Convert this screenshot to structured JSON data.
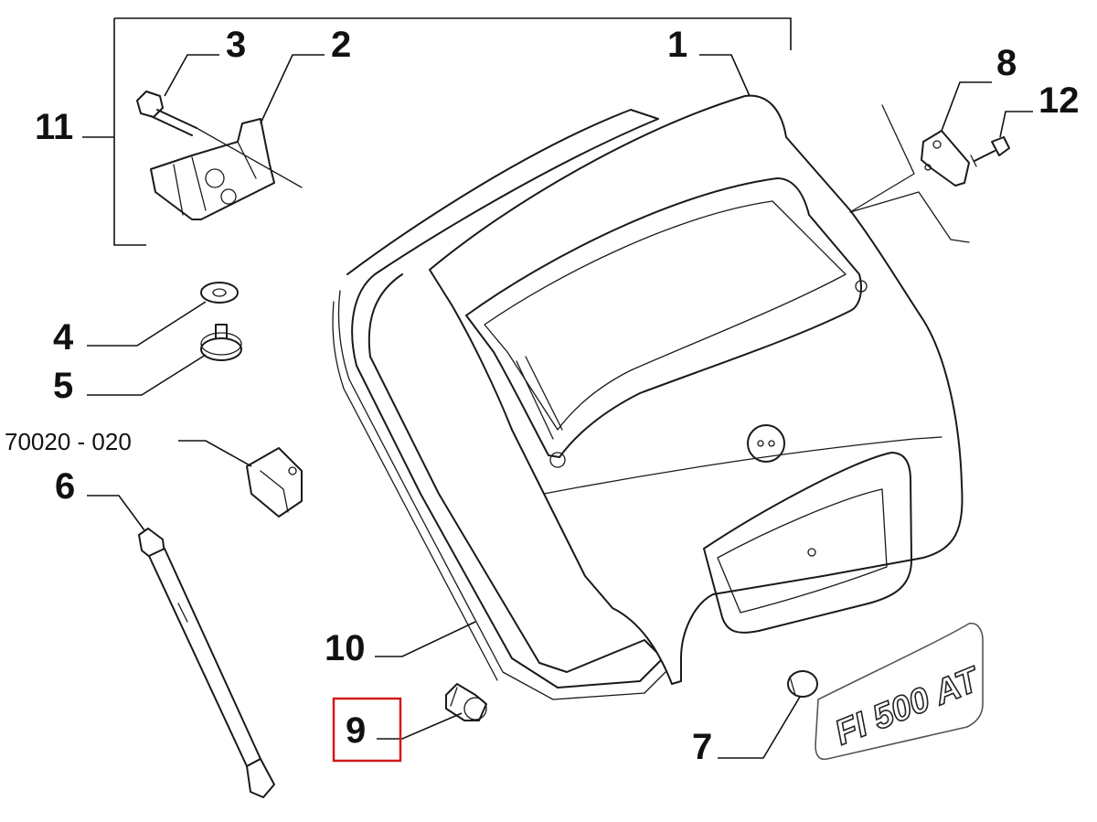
{
  "labels": {
    "p1": "1",
    "p2": "2",
    "p3": "3",
    "p4": "4",
    "p5": "5",
    "p6": "6",
    "p7": "7",
    "p8": "8",
    "p9": "9",
    "p10": "10",
    "p11": "11",
    "p12": "12",
    "code": "70020 - 020"
  },
  "badge": {
    "text": "FI 500 AT"
  },
  "highlight": {
    "label": "9",
    "color": "#d11a1a"
  }
}
